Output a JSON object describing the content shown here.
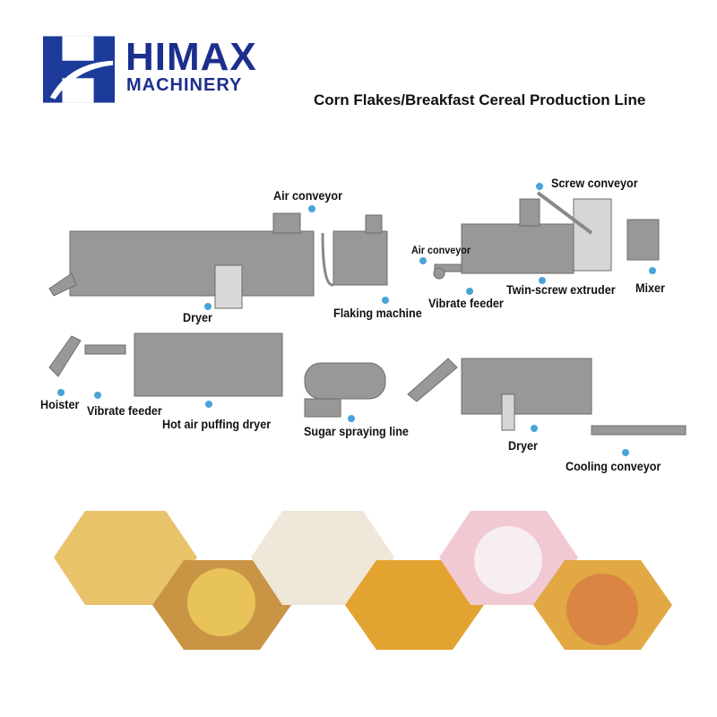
{
  "brand": {
    "name": "HIMAX",
    "subtitle": "MACHINERY",
    "color": "#1c2f8c"
  },
  "title": "Corn Flakes/Breakfast Cereal Production Line",
  "labels": {
    "air_conveyor_top": "Air conveyor",
    "screw_conveyor": "Screw conveyor",
    "air_conveyor_small": "Air conveyor",
    "dryer_top": "Dryer",
    "flaking_machine": "Flaking machine",
    "vibrate_feeder_top": "Vibrate feeder",
    "twin_screw_extruder": "Twin-screw extruder",
    "mixer": "Mixer",
    "hoister": "Hoister",
    "vibrate_feeder_bottom": "Vibrate feeder",
    "hot_air_puffing_dryer": "Hot air puffing dryer",
    "sugar_spraying_line": "Sugar spraying line",
    "dryer_bottom": "Dryer",
    "cooling_conveyor": "Cooling conveyor"
  },
  "colors": {
    "machine": "#9a9896",
    "machine_dark": "#6f6d6b",
    "badge": "#4aa3d8",
    "flakes": "#e8b84a"
  }
}
